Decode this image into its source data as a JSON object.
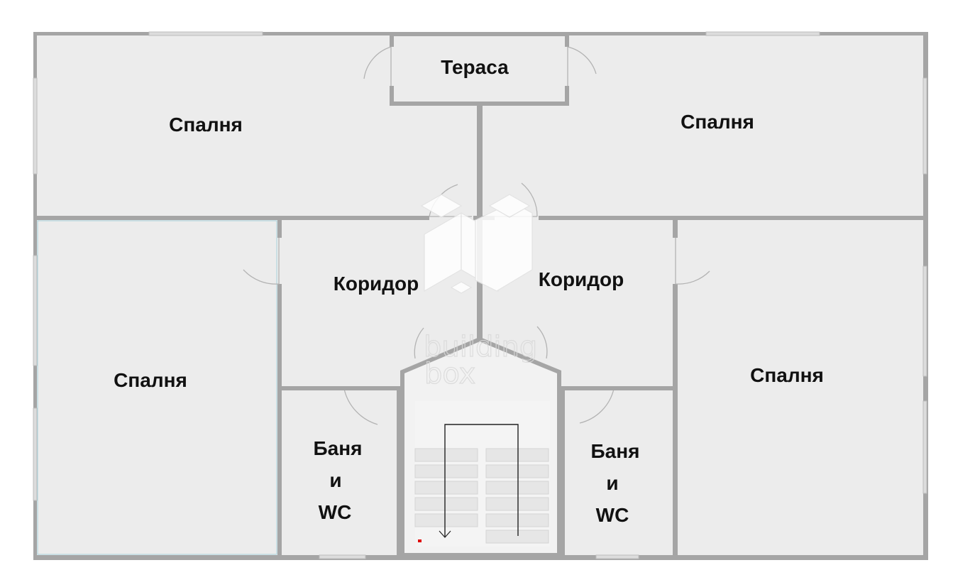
{
  "rooms": {
    "terrace": "Тераса",
    "bedroom_top_left": "Спалня",
    "bedroom_top_right": "Спалня",
    "bedroom_left": "Спалня",
    "bedroom_right": "Спалня",
    "corridor_left": "Коридор",
    "corridor_right": "Коридор",
    "bathroom_left": [
      "Баня",
      "и",
      "WC"
    ],
    "bathroom_right": [
      "Баня",
      "и",
      "WC"
    ]
  },
  "watermark": {
    "line1": "building",
    "line2": "box"
  },
  "colors": {
    "floor": "#ececec",
    "wall": "#a5a5a5",
    "wall_edge": "#8f8f8f",
    "window": "#dcdcdc",
    "door_swing": "#b3b3b3",
    "stair_arrow": "#222222",
    "marker": "#e00000"
  }
}
